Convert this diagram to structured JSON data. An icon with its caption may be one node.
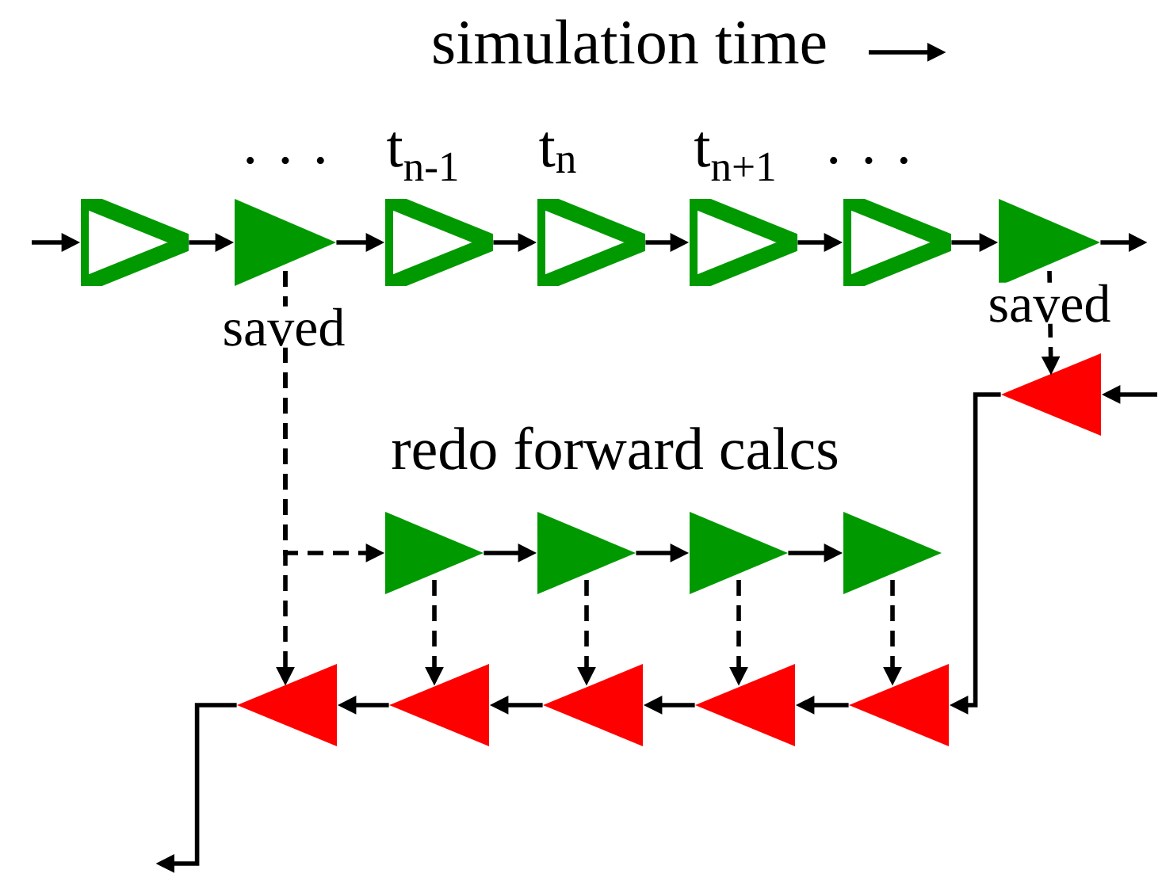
{
  "diagram": {
    "title": "simulation time",
    "nodes": [
      {
        "text": [],
        "shape": "triangle"
      },
      {
        "text": [],
        "shape": "triangle",
        "beside": [
          "saved"
        ]
      },
      {
        "text": [],
        "shape": "triangle"
      },
      {
        "text": [],
        "shape": "triangle"
      },
      {
        "text": [],
        "shape": "triangle"
      },
      {
        "text": [],
        "shape": "triangle"
      },
      {
        "text": [],
        "shape": "triangle",
        "beside": [
          "saved"
        ]
      },
      {
        "text": [],
        "shape": "triangle"
      },
      {
        "text": [],
        "shape": "triangle"
      },
      {
        "text": [],
        "shape": "triangle"
      },
      {
        "text": [],
        "shape": "triangle"
      },
      {
        "text": [],
        "shape": "triangle"
      },
      {
        "text": [],
        "shape": "triangle"
      },
      {
        "text": [],
        "shape": "triangle"
      },
      {
        "text": [],
        "shape": "triangle"
      },
      {
        "text": [],
        "shape": "triangle"
      },
      {
        "text": [],
        "shape": "triangle"
      }
    ],
    "edges": [
      {
        "from": null,
        "to": 0,
        "arrow": "to"
      },
      {
        "from": 0,
        "to": 1,
        "arrow": "to"
      },
      {
        "from": 1,
        "to": 2,
        "arrow": "to"
      },
      {
        "from": 2,
        "to": 3,
        "arrow": "to"
      },
      {
        "from": 3,
        "to": 4,
        "arrow": "to"
      },
      {
        "from": 4,
        "to": 5,
        "arrow": "to"
      },
      {
        "from": 5,
        "to": 6,
        "arrow": "to"
      },
      {
        "from": 6,
        "to": null,
        "arrow": "to"
      },
      {
        "from": 1,
        "to": 8,
        "arrow": "to",
        "style": "dashed"
      },
      {
        "from": 1,
        "to": 12,
        "arrow": "to",
        "style": "dashed"
      },
      {
        "from": 6,
        "to": 7,
        "arrow": "to",
        "style": "dashed"
      },
      {
        "from": null,
        "to": 7,
        "arrow": "to"
      },
      {
        "from": 7,
        "to": 16,
        "arrow": "to"
      },
      {
        "from": 8,
        "to": 9,
        "arrow": "to"
      },
      {
        "from": 9,
        "to": 10,
        "arrow": "to"
      },
      {
        "from": 10,
        "to": 11,
        "arrow": "to"
      },
      {
        "from": 8,
        "to": 13,
        "arrow": "to",
        "style": "dashed"
      },
      {
        "from": 9,
        "to": 14,
        "arrow": "to",
        "style": "dashed"
      },
      {
        "from": 10,
        "to": 15,
        "arrow": "to",
        "style": "dashed"
      },
      {
        "from": 11,
        "to": 16,
        "arrow": "to",
        "style": "dashed"
      },
      {
        "from": 16,
        "to": 15,
        "arrow": "to"
      },
      {
        "from": 15,
        "to": 14,
        "arrow": "to"
      },
      {
        "from": 14,
        "to": 13,
        "arrow": "to"
      },
      {
        "from": 13,
        "to": 12,
        "arrow": "to"
      },
      {
        "from": 12,
        "to": null,
        "arrow": "to"
      }
    ],
    "labels": [
      ". . .",
      "t$_{n-1}$",
      "t$_{n}$",
      "t$_{n+1}$",
      ". . .",
      "redo forward calcs"
    ]
  }
}
